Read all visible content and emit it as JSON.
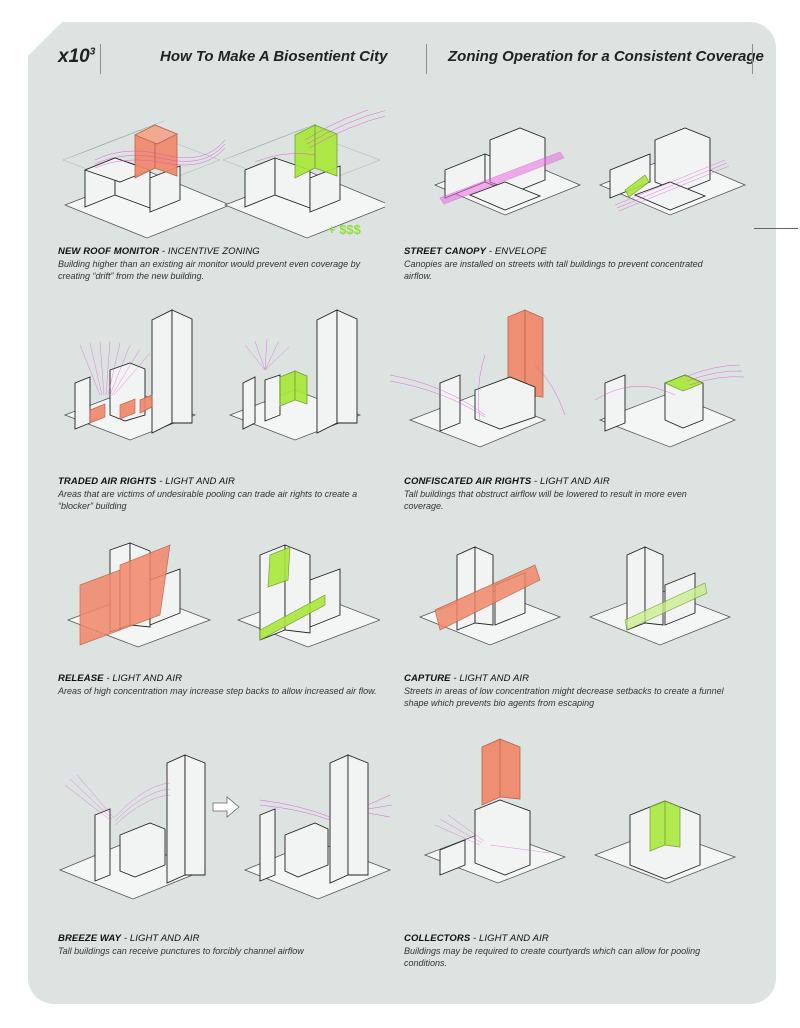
{
  "header": {
    "series": "x10",
    "series_sup": "3",
    "title_left": "How To Make A Biosentient City",
    "title_right": "Zoning Operation for a Consistent Coverage"
  },
  "colors": {
    "background": "#dce3e1",
    "accent_red": "#f0876a",
    "accent_green": "#a8e83a",
    "airflow_magenta": "#e040d8"
  },
  "badge": {
    "money": "+ $$$"
  },
  "panels": [
    {
      "title": "NEW ROOF MONITOR",
      "sep": " - ",
      "category": "INCENTIVE ZONING",
      "desc": "Building higher than an existing air monitor would prevent even coverage by creating “drift” from the new building."
    },
    {
      "title": "STREET CANOPY",
      "sep": " - ",
      "category": " ENVELOPE",
      "desc": "Canopies are installed on streets with tall buildings to prevent concentrated airflow."
    },
    {
      "title": "TRADED AIR RIGHTS",
      "sep": " - ",
      "category": "LIGHT AND AIR",
      "desc": "Areas that are victims of undesirable pooling can trade air rights to create a “blocker” building"
    },
    {
      "title": "CONFISCATED AIR RIGHTS",
      "sep": " - ",
      "category": "LIGHT AND AIR",
      "desc": "Tall buildings that obstruct airflow will be lowered to result in more even coverage."
    },
    {
      "title": "RELEASE",
      "sep": " - ",
      "category": "LIGHT AND AIR",
      "desc": "Areas of high concentration may increase step backs to allow increased air flow."
    },
    {
      "title": "CAPTURE",
      "sep": " - ",
      "category": "LIGHT AND AIR",
      "desc": "Streets in areas of low concentration might decrease setbacks to create a funnel shape which prevents bio agents from escaping"
    },
    {
      "title": "BREEZE WAY",
      "sep": " - ",
      "category": "LIGHT AND AIR",
      "desc": "Tall buildings can receive punctures to forcibly channel airflow"
    },
    {
      "title": "COLLECTORS",
      "sep": " - ",
      "category": "LIGHT AND AIR",
      "desc": "Buildings may be required to create courtyards which can allow for pooling conditions."
    }
  ]
}
